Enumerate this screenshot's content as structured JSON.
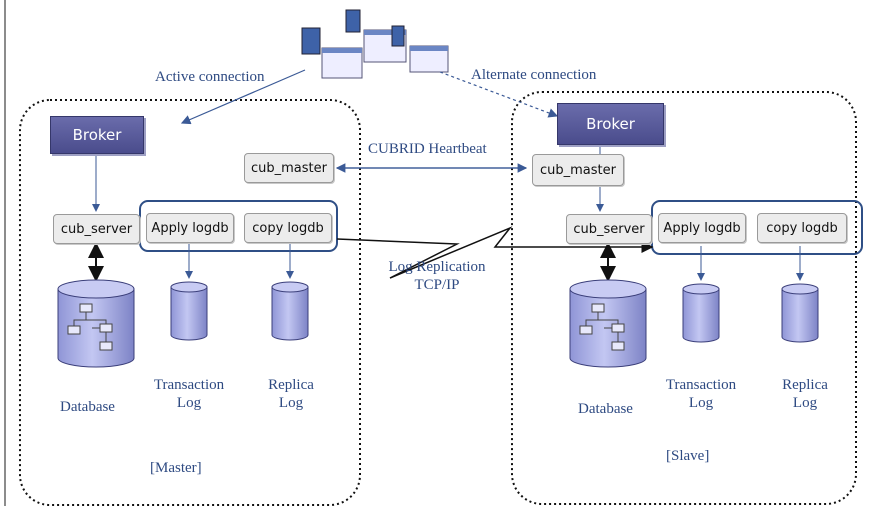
{
  "clients": {
    "active_connection": "Active connection",
    "alternate_connection": "Alternate connection"
  },
  "master": {
    "broker": "Broker",
    "cub_master": "cub_master",
    "cub_server": "cub_server",
    "apply_logdb": "Apply logdb",
    "copy_logdb": "copy logdb",
    "database": "Database",
    "transaction_log": [
      "Transaction",
      "Log"
    ],
    "replica_log": [
      "Replica",
      "Log"
    ],
    "role": "[Master]"
  },
  "slave": {
    "broker": "Broker",
    "cub_master": "cub_master",
    "cub_server": "cub_server",
    "apply_logdb": "Apply logdb",
    "copy_logdb": "copy logdb",
    "database": "Database",
    "transaction_log": [
      "Transaction",
      "Log"
    ],
    "replica_log": [
      "Replica",
      "Log"
    ],
    "role": "[Slave]"
  },
  "links": {
    "heartbeat": "CUBRID Heartbeat",
    "log_replication": [
      "Log Replication",
      "TCP/IP"
    ]
  },
  "colors": {
    "broker_fill": "#5a5c9c",
    "cylinder_fill": "#a8aee8",
    "group_border": "#2f4f86",
    "label_text": "#2e4a82"
  }
}
